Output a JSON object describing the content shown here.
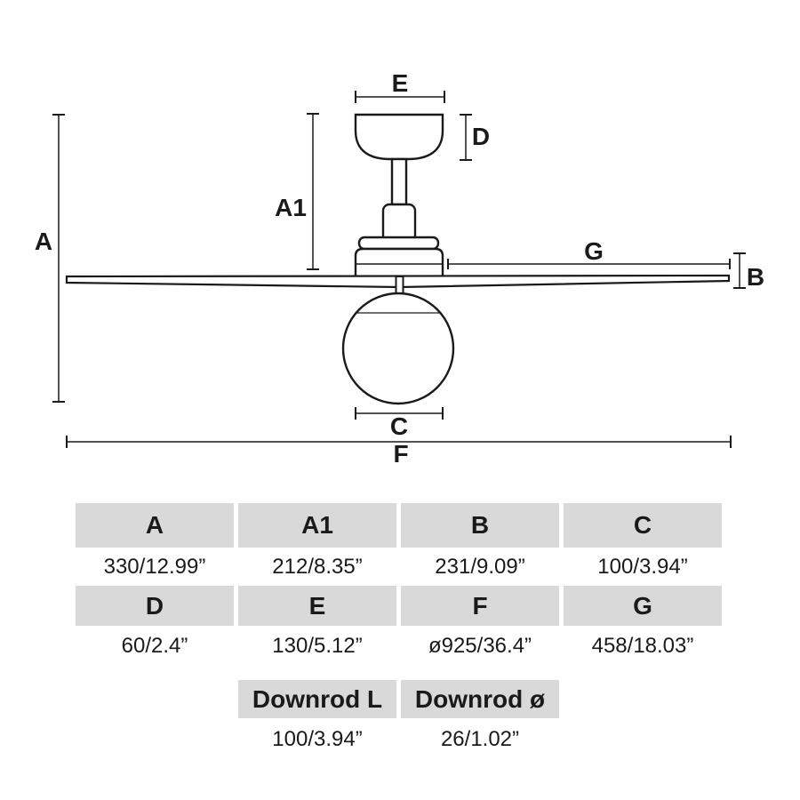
{
  "diagram": {
    "labels": {
      "a": "A",
      "a1": "A1",
      "b": "B",
      "c": "C",
      "d": "D",
      "e": "E",
      "f": "F",
      "g": "G"
    }
  },
  "table": {
    "rows": [
      {
        "cells": [
          {
            "label": "A",
            "value": "330/12.99”"
          },
          {
            "label": "A1",
            "value": "212/8.35”"
          },
          {
            "label": "B",
            "value": "231/9.09”"
          },
          {
            "label": "C",
            "value": "100/3.94”"
          }
        ]
      },
      {
        "cells": [
          {
            "label": "D",
            "value": "60/2.4”"
          },
          {
            "label": "E",
            "value": "130/5.12”"
          },
          {
            "label": "F",
            "value": "ø925/36.4”"
          },
          {
            "label": "G",
            "value": "458/18.03”"
          }
        ]
      }
    ],
    "downrod": {
      "cells": [
        {
          "label": "Downrod L",
          "value": "100/3.94”"
        },
        {
          "label": "Downrod ø",
          "value": "26/1.02”"
        }
      ]
    }
  },
  "colors": {
    "line": "#1a1a1a",
    "text": "#1a1a1a",
    "cell_bg": "#d9d9d9"
  }
}
